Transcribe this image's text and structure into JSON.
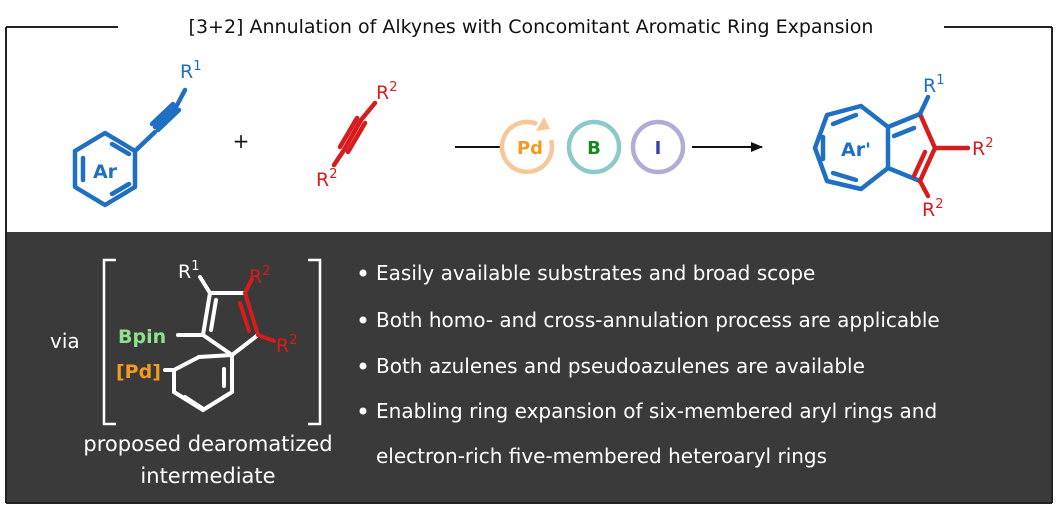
{
  "title": "[3+2] Annulation of Alkynes with Concomitant Aromatic Ring Expansion",
  "colors": {
    "blue": "#1f6fc2",
    "red": "#d61c1c",
    "orange": "#f39a1f",
    "pd_ring": "#f7c79a",
    "b_ring": "#8cc9c9",
    "i_ring": "#b0acd6",
    "b_text": "#148a1e",
    "i_text": "#3b3bb8",
    "bpin": "#8ee28e",
    "dark_panel": "#3a3a3a"
  },
  "reaction": {
    "reactant1": {
      "ring_label": "Ar",
      "substituent": "R",
      "substituent_sup": "1"
    },
    "plus": "+",
    "reactant2": {
      "top": "R",
      "top_sup": "2",
      "bottom": "R",
      "bottom_sup": "2"
    },
    "catalysts": [
      "Pd",
      "B",
      "I"
    ],
    "product": {
      "ring_label": "Ar'",
      "r1": "R",
      "r1_sup": "1",
      "r2": "R",
      "r2_sup": "2",
      "r3": "R",
      "r3_sup": "2"
    }
  },
  "intermediate": {
    "via": "via",
    "r1": "R",
    "r1_sup": "1",
    "r2a": "R",
    "r2a_sup": "2",
    "r2b": "R",
    "r2b_sup": "2",
    "bpin": "Bpin",
    "pd": "[Pd]",
    "caption_line1": "proposed dearomatized",
    "caption_line2": "intermediate"
  },
  "bullets": [
    "Easily available substrates and broad scope",
    "Both homo- and cross-annulation process are applicable",
    "Both azulenes and pseudoazulenes are available",
    "Enabling ring expansion of six-membered aryl rings and",
    "electron-rich five-membered heteroaryl rings"
  ]
}
